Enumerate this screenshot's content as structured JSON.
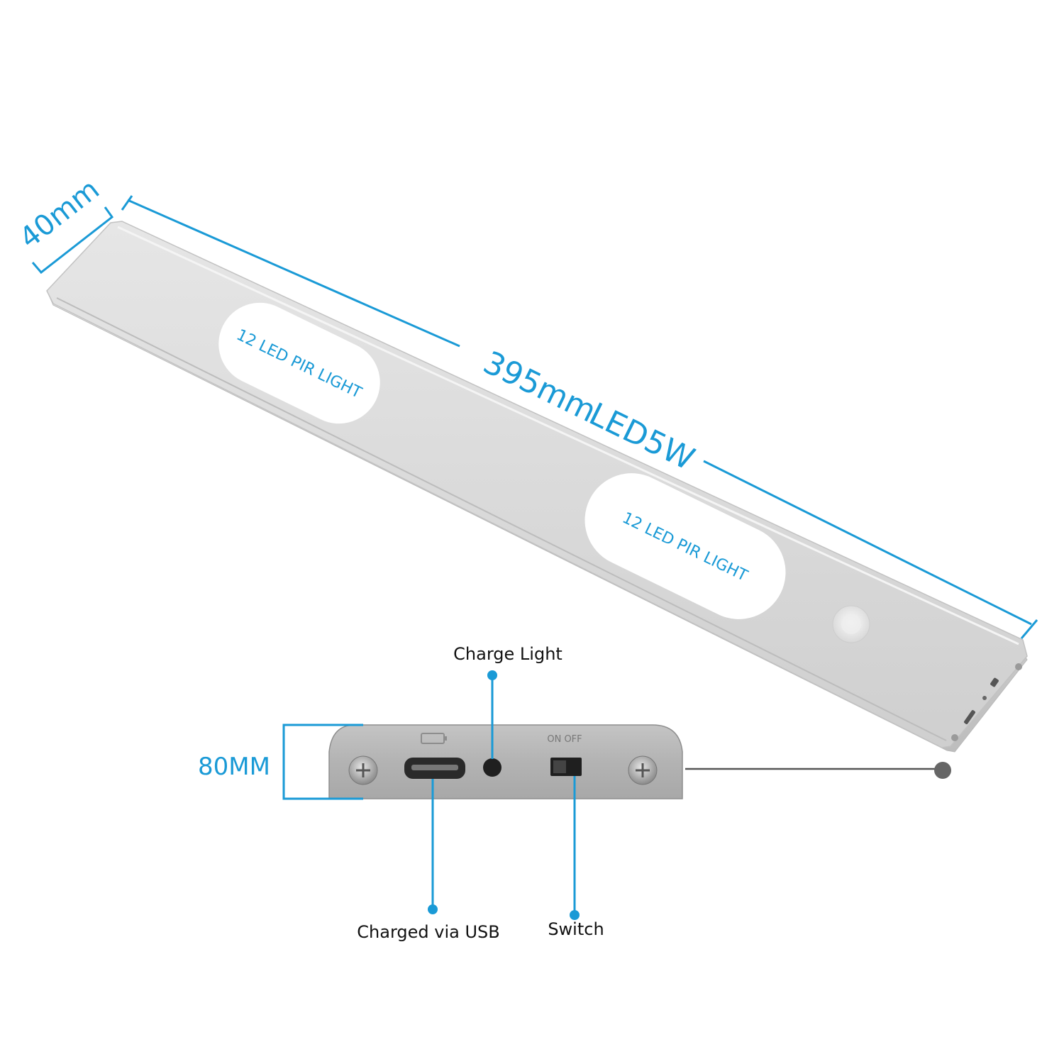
{
  "dimensions": {
    "width_label": "40mm",
    "length_label": "395mm",
    "power_label": "LED5W",
    "end_height_label": "80MM"
  },
  "light_panels": [
    {
      "label": "12 LED PIR LIGHT"
    },
    {
      "label": "12 LED PIR LIGHT"
    }
  ],
  "callouts": {
    "charge_light": "Charge Light",
    "usb": "Charged via USB",
    "switch": "Switch"
  },
  "end_cap": {
    "switch_marking": "ON OFF"
  },
  "colors": {
    "accent": "#1a9ad6",
    "aluminum": "#d4d4d4",
    "callout_dot": "#666666"
  }
}
